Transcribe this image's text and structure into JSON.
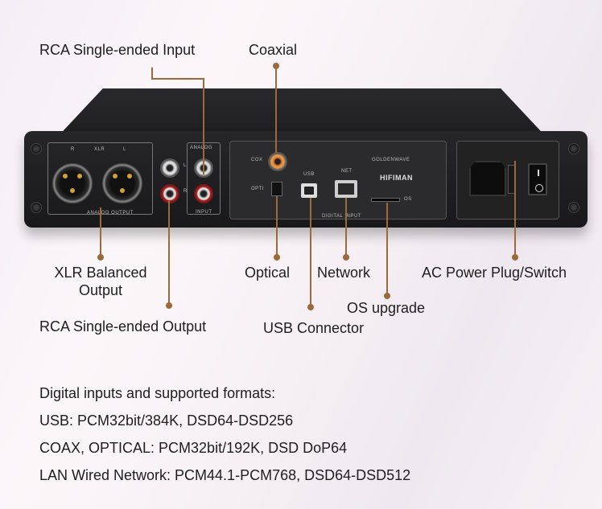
{
  "callouts": {
    "rca_input": "RCA Single-ended Input",
    "coaxial": "Coaxial",
    "xlr_line1": "XLR Balanced",
    "xlr_line2": "Output",
    "optical": "Optical",
    "network": "Network",
    "ac_power": "AC Power Plug/Switch",
    "os_upgrade": "OS upgrade",
    "rca_output": "RCA Single-ended Output",
    "usb_connector": "USB Connector"
  },
  "device_labels": {
    "xlr_r": "R",
    "xlr": "XLR",
    "xlr_l": "L",
    "analog": "ANALOG",
    "analog_output": "ANALOG OUTPUT",
    "input": "INPUT",
    "coax": "COX",
    "opti": "OPTI",
    "usb": "USB",
    "net": "NET",
    "digital_input": "DIGITAL INPUT",
    "goldenwave": "GOLDENWAVE",
    "brand": "HIFIMAN",
    "os": "OS",
    "ch_l": "L",
    "ch_r": "R"
  },
  "specs": {
    "heading": "Digital inputs and supported formats:",
    "usb": "USB: PCM32bit/384K, DSD64-DSD256",
    "coax": "COAX, OPTICAL: PCM32bit/192K, DSD DoP64",
    "lan": "LAN Wired Network: PCM44.1-PCM768, DSD64-DSD512"
  },
  "colors": {
    "callout_line": "#9b6a3a",
    "text": "#1e1e1e"
  }
}
